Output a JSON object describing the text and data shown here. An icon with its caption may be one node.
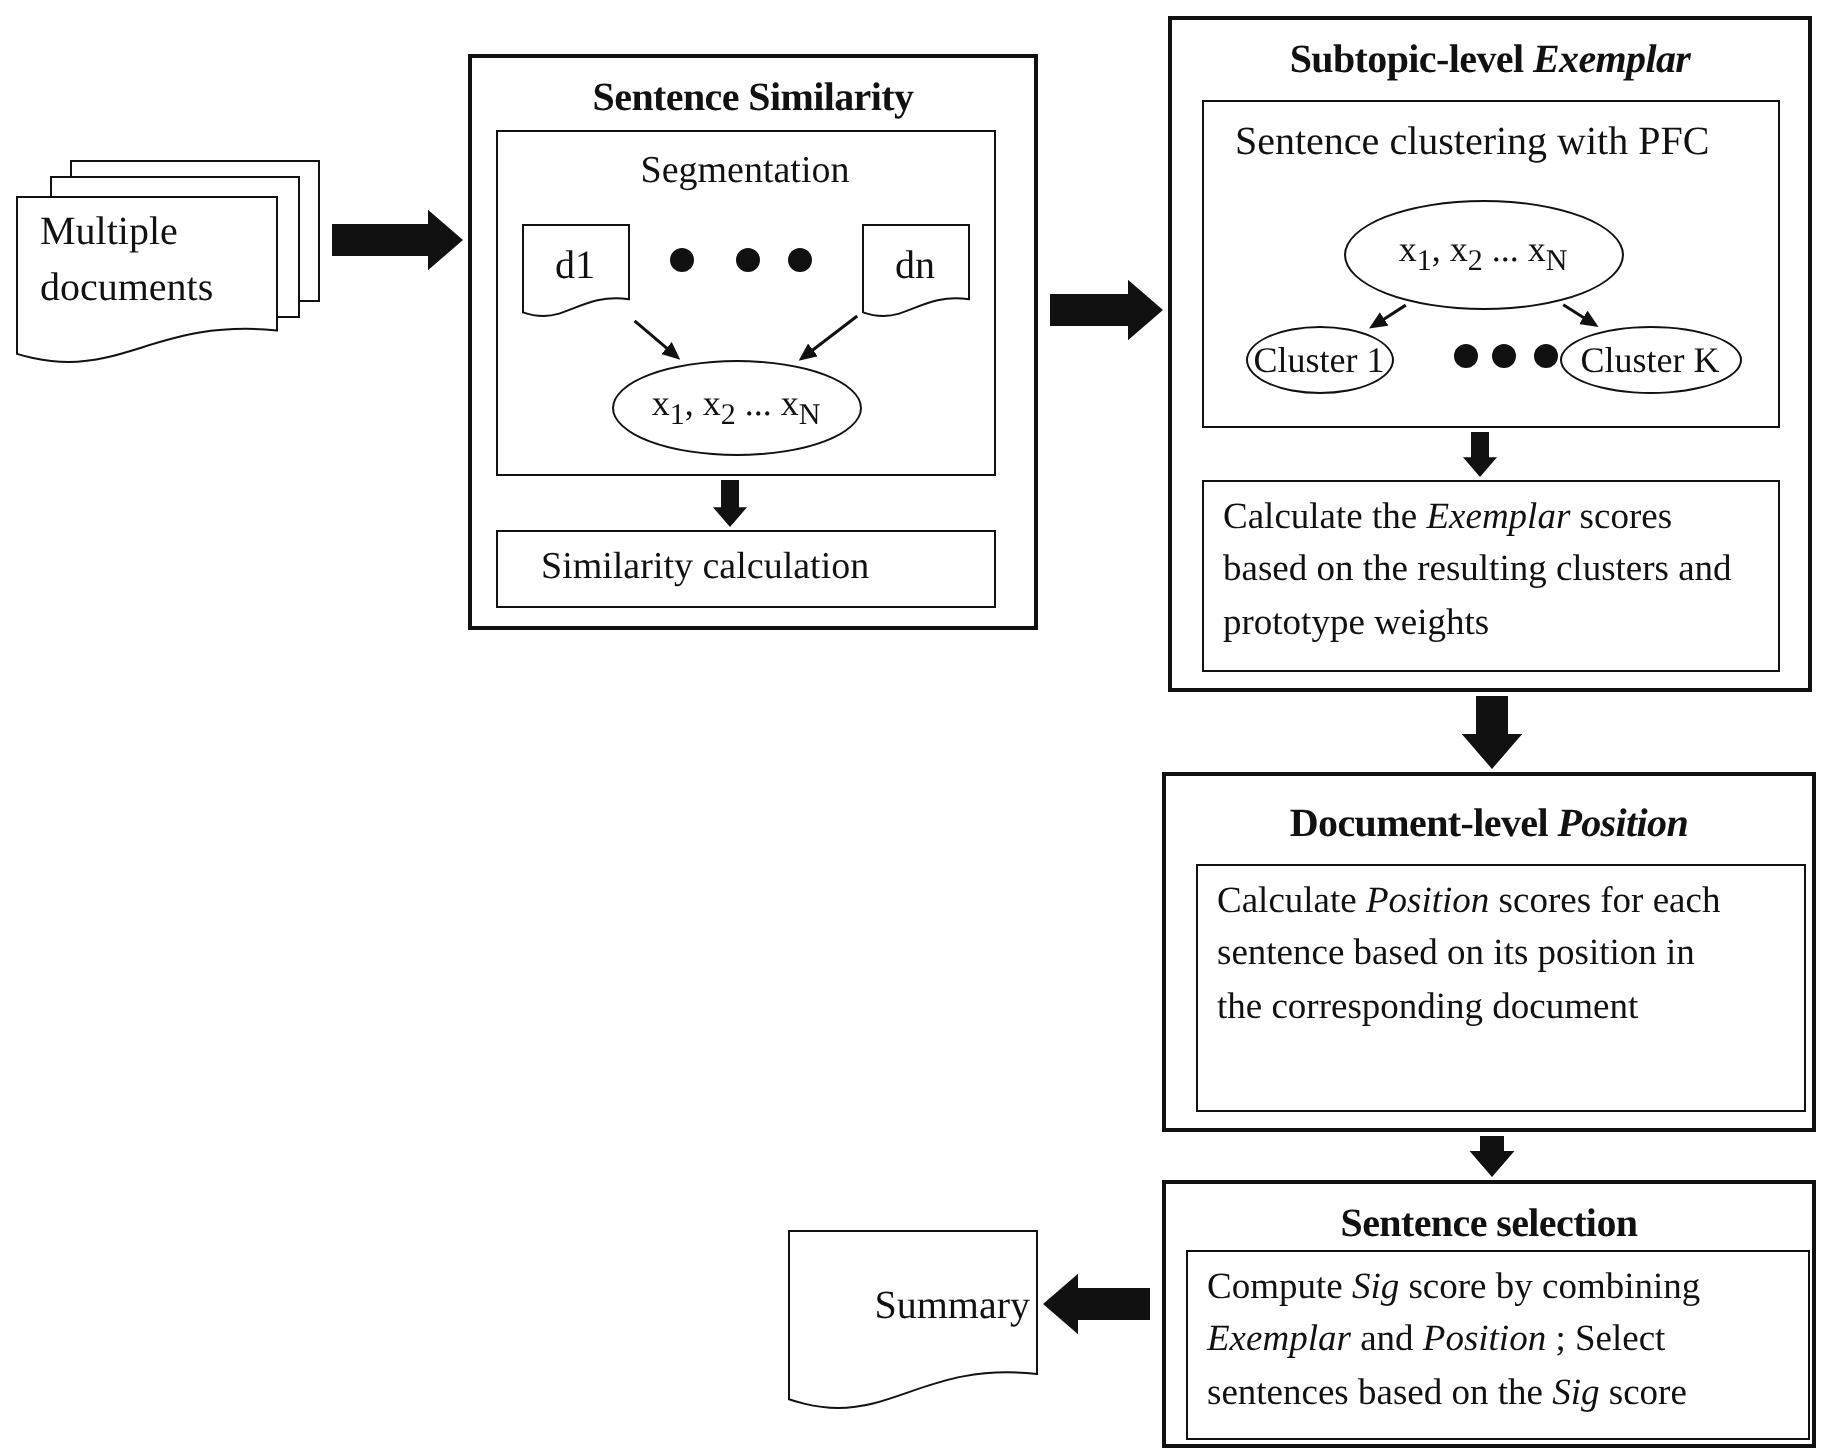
{
  "diagram": {
    "nodes": [
      {
        "text": [
          "Multiple documents"
        ]
      },
      {
        "text": [
          "Sentence Similarity"
        ]
      },
      {
        "text": [
          "Segmentation"
        ],
        "in": 1
      },
      {
        "text": [
          "d1"
        ],
        "in": 2
      },
      {
        "text": [
          "dn"
        ],
        "in": 2
      },
      {
        "text": [
          "x$_{1}$, x$_{2}$ ... x$_{N}$"
        ],
        "in": 2
      },
      {
        "text": [
          "Similarity calculation"
        ],
        "in": 1
      },
      {
        "text": [
          "Subtopic-level *Exemplar*"
        ]
      },
      {
        "text": [
          "Sentence clustering with PFC"
        ],
        "in": 7
      },
      {
        "text": [
          "x$_{1}$, x$_{2}$ ... x$_{N}$"
        ],
        "in": 8
      },
      {
        "text": [
          "Cluster 1"
        ],
        "in": 8
      },
      {
        "text": [
          "Cluster K"
        ],
        "in": 8
      },
      {
        "text": [
          "Calculate the *Exemplar* scores based on the resulting clusters and prototype weights"
        ],
        "in": 7
      },
      {
        "text": [
          "Document-level *Position*"
        ]
      },
      {
        "text": [
          "Calculate *Position* scores for each sentence based on its position in the corresponding document"
        ],
        "in": 13
      },
      {
        "text": [
          "Sentence selection"
        ]
      },
      {
        "text": [
          "Compute *Sig* score by combining *Exemplar* and *Position* ; Select sentences based on the *Sig* score"
        ],
        "in": 15
      },
      {
        "text": [
          "Summary"
        ]
      }
    ],
    "edges": [
      {
        "from": 0,
        "to": 1,
        "arrow": "to"
      },
      {
        "from": 3,
        "to": 5,
        "arrow": "to"
      },
      {
        "from": 4,
        "to": 5,
        "arrow": "to"
      },
      {
        "from": 2,
        "to": 6,
        "arrow": "to"
      },
      {
        "from": 1,
        "to": 7,
        "arrow": "to"
      },
      {
        "from": 9,
        "to": 10,
        "arrow": "to"
      },
      {
        "from": 9,
        "to": 11,
        "arrow": "to"
      },
      {
        "from": 8,
        "to": 12,
        "arrow": "to"
      },
      {
        "from": 7,
        "to": 13,
        "arrow": "to"
      },
      {
        "from": 13,
        "to": 15,
        "arrow": "to"
      },
      {
        "from": 15,
        "to": 17,
        "arrow": "to"
      }
    ]
  }
}
